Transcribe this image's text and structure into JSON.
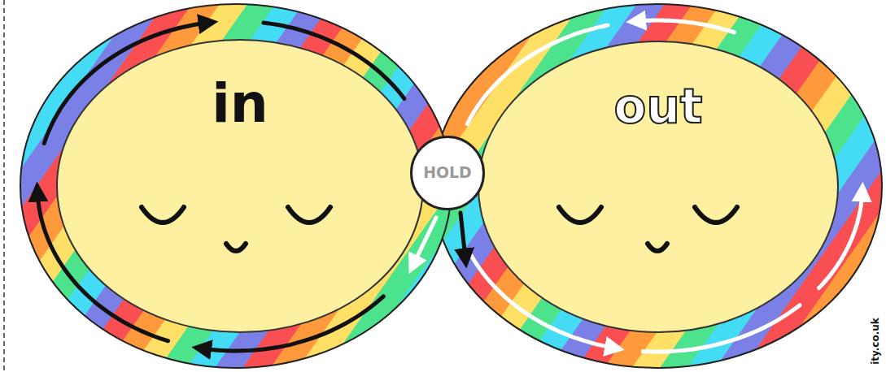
{
  "diagram": {
    "nodes": [
      {
        "text": [
          "in"
        ]
      },
      {
        "text": [
          "out"
        ]
      },
      {
        "text": [
          "HOLD"
        ]
      }
    ],
    "labels": [
      "ity.co.uk"
    ]
  }
}
